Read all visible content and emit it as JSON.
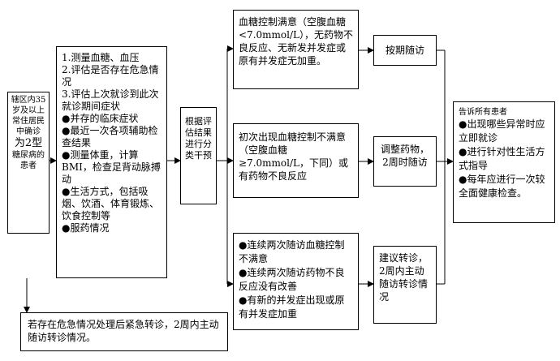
{
  "nodes": {
    "target_population": {
      "lines": [
        "辖区内35岁及以上常住居民中确诊",
        "为2型",
        "糖尿病的患者"
      ]
    },
    "assessment": {
      "lines": [
        "1.测量血糖、血压",
        "2.评估是否存在危急情况",
        "3.评估上次就诊到此次就诊期间症状",
        "●并存的临床症状",
        "●最近一次各项辅助检查结果",
        "●测量体重，计算BMI，检查足背动脉搏动",
        "●生活方式，包括吸烟、饮酒、体育锻炼、饮食控制等",
        "●服药情况"
      ]
    },
    "classify": {
      "lines": [
        "根据评估结果进行分类干预"
      ]
    },
    "emergency_referral": {
      "lines": [
        "若存在危急情况处理后紧急转诊，2周内主动随访转诊情况。"
      ]
    },
    "condition_satisfied": {
      "lines": [
        "血糖控制满意（空腹血糖<7.0mmol/L），无药物不良反应、无新发并发症或原有并发症无加重。"
      ]
    },
    "condition_unsatisfied": {
      "lines": [
        "初次出现血糖控制不满意（空腹血糖≥7.0mmol/L，下同）或有药物不良反应"
      ]
    },
    "condition_persistent": {
      "lines": [
        "●连续两次随访血糖控制不满意",
        "●连续两次随访药物不良反应没有改善",
        "●有新的并发症出现或原有并发症加重"
      ]
    },
    "action_scheduled": {
      "lines": [
        "按期随访"
      ]
    },
    "action_adjust": {
      "lines": [
        "调整药物，2周时随访"
      ]
    },
    "action_referral": {
      "lines": [
        "建议转诊，2周内主动随访转诊情况"
      ]
    },
    "patient_advice": {
      "lines": [
        "告诉所有患者",
        "●出现哪些异常时应立即就诊",
        "●进行针对性生活方式指导",
        "●每年应进行一次较全面健康检查。"
      ]
    }
  }
}
